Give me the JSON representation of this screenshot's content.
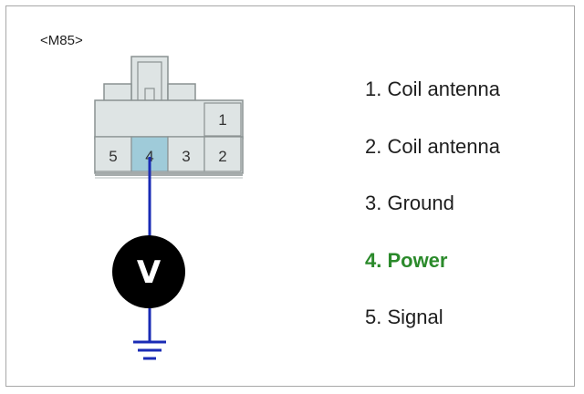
{
  "connector": {
    "id": "<M85>",
    "pins": [
      {
        "number": "1",
        "name": "Coil antenna",
        "text": "1. Coil antenna",
        "highlighted": false
      },
      {
        "number": "2",
        "name": "Coil antenna",
        "text": "2. Coil antenna",
        "highlighted": false
      },
      {
        "number": "3",
        "name": "Ground",
        "text": "3. Ground",
        "highlighted": false
      },
      {
        "number": "4",
        "name": "Power",
        "text": "4. Power",
        "highlighted": true
      },
      {
        "number": "5",
        "name": "Signal",
        "text": "5. Signal",
        "highlighted": false
      }
    ]
  },
  "meter": {
    "symbol": "V"
  },
  "colors": {
    "connector_body": "#dee4e4",
    "connector_outline": "#8a9292",
    "probed_pin": "#9fcbd9",
    "wire": "#1a2bb5",
    "meter": "#000000",
    "highlight_text": "#2b8a2b"
  }
}
